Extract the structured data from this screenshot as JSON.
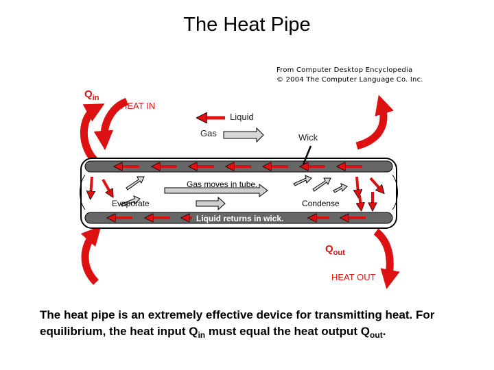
{
  "title": "The Heat Pipe",
  "credit": {
    "line1": "From Computer Desktop Encyclopedia",
    "line2": "© 2004 The Computer Language Co. Inc."
  },
  "labels": {
    "q_in_main": "Q",
    "q_in_sub": "in",
    "heat_in": "HEAT IN",
    "q_out_main": "Q",
    "q_out_sub": "out",
    "heat_out": "HEAT OUT",
    "legend_liquid": "Liquid",
    "legend_gas": "Gas",
    "wick": "Wick",
    "gas_moves": "Gas moves in tube.",
    "evaporate": "Evaporate",
    "condense": "Condense",
    "liquid_returns": "Liquid returns in wick."
  },
  "colors": {
    "heat_arrow": "#dd1111",
    "pipe_band": "#666666",
    "gas_arrow": "#cfcfcf"
  },
  "caption": {
    "part1": "The heat pipe is an extremely effective device for transmitting heat. For equilibrium, the heat input Q",
    "sub1": "in",
    "part2": " must equal the heat output Q",
    "sub2": "out",
    "part3": "."
  }
}
